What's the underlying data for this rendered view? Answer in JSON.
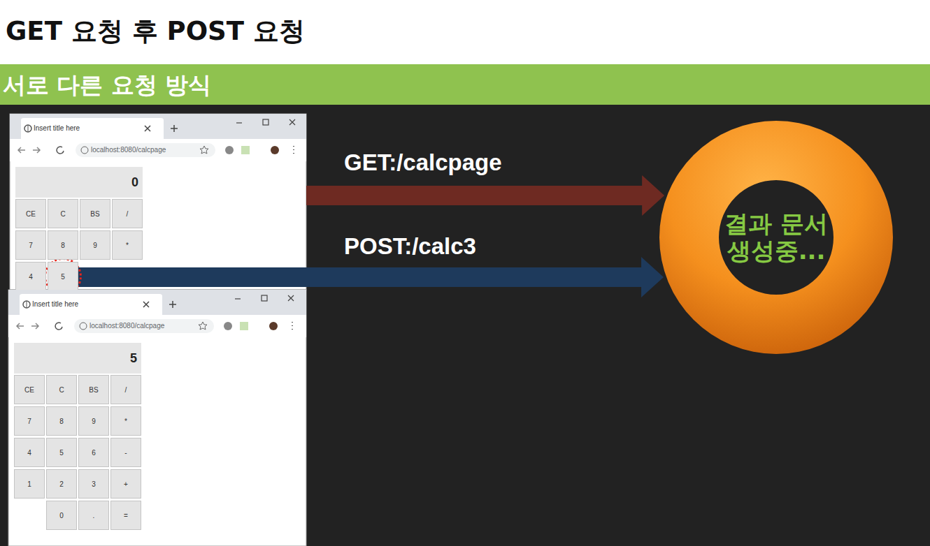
{
  "diagram": {
    "title": "GET 요청 후 POST 요청",
    "nodes": [
      {
        "text": [
          "서로 다른 요청 방식"
        ]
      },
      {
        "text": [
          "Insert title here",
          "localhost:8080/calcpage"
        ]
      },
      {
        "text": [
          "0"
        ],
        "in": 1
      },
      {
        "text": [
          "CE"
        ],
        "in": 1
      },
      {
        "text": [
          "C"
        ],
        "in": 1
      },
      {
        "text": [
          "BS"
        ],
        "in": 1
      },
      {
        "text": [
          "/"
        ],
        "in": 1
      },
      {
        "text": [
          "7"
        ],
        "in": 1
      },
      {
        "text": [
          "8"
        ],
        "in": 1
      },
      {
        "text": [
          "9"
        ],
        "in": 1
      },
      {
        "text": [
          "*"
        ],
        "in": 1
      },
      {
        "text": [
          "4"
        ],
        "in": 1
      },
      {
        "text": [
          "5"
        ],
        "in": 1
      },
      {
        "text": [
          "결과 문서 생성중..."
        ]
      },
      {
        "text": [
          "Insert title here",
          "localhost:8080/calcpage"
        ]
      },
      {
        "text": [
          "5"
        ],
        "in": 14
      },
      {
        "text": [
          "CE"
        ],
        "in": 14
      },
      {
        "text": [
          "C"
        ],
        "in": 14
      },
      {
        "text": [
          "BS"
        ],
        "in": 14
      },
      {
        "text": [
          "/"
        ],
        "in": 14
      },
      {
        "text": [
          "7"
        ],
        "in": 14
      },
      {
        "text": [
          "8"
        ],
        "in": 14
      },
      {
        "text": [
          "9"
        ],
        "in": 14
      },
      {
        "text": [
          "*"
        ],
        "in": 14
      },
      {
        "text": [
          "4"
        ],
        "in": 14
      },
      {
        "text": [
          "5"
        ],
        "in": 14
      },
      {
        "text": [
          "6"
        ],
        "in": 14
      },
      {
        "text": [
          "-"
        ],
        "in": 14
      },
      {
        "text": [
          "1"
        ],
        "in": 14
      },
      {
        "text": [
          "2"
        ],
        "in": 14
      },
      {
        "text": [
          "3"
        ],
        "in": 14
      },
      {
        "text": [
          "+"
        ],
        "in": 14
      },
      {
        "text": [
          "0"
        ],
        "in": 14
      },
      {
        "text": [
          "."
        ],
        "in": 14
      },
      {
        "text": [
          "="
        ],
        "in": 14
      }
    ],
    "edges": [
      {
        "from": 1,
        "to": 13,
        "arrow": "to",
        "label": "GET:/calcpage"
      },
      {
        "from": 12,
        "to": 13,
        "arrow": "to",
        "label": "POST:/calc3"
      }
    ]
  }
}
